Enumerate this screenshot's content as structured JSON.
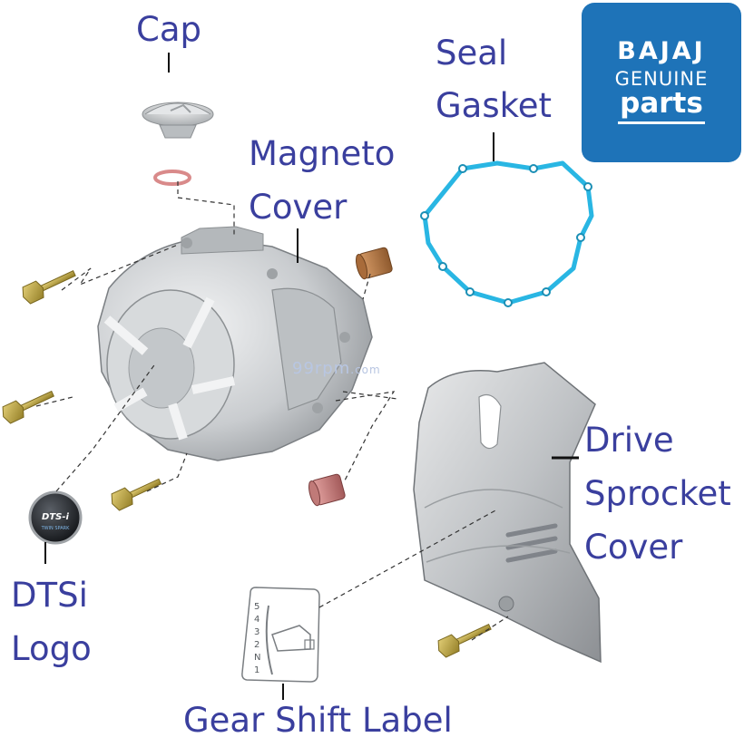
{
  "labels": {
    "cap": "Cap",
    "seal_gasket_line1": "Seal",
    "seal_gasket_line2": "Gasket",
    "magneto_line1": "Magneto",
    "magneto_line2": "Cover",
    "drive_line1": "Drive",
    "drive_line2": "Sprocket",
    "drive_line3": "Cover",
    "dtsi_line1": "DTSi",
    "dtsi_line2": "Logo",
    "gear_shift": "Gear Shift Label"
  },
  "brand_logo": {
    "line1": "BAJAJ",
    "line2": "GENUINE",
    "line3": "parts",
    "background": "#1e73b8"
  },
  "watermark": {
    "main": "99rpm",
    "suffix": ".com"
  },
  "dtsi_badge": {
    "text": "DTS-i",
    "subtext": "TWIN SPARK"
  },
  "gear_label": {
    "gears": [
      "5",
      "4",
      "3",
      "2",
      "N",
      "1"
    ]
  },
  "colors": {
    "label_text": "#3a3f9e",
    "gasket": "#29b6e3",
    "cover_metal": "#c9cccf",
    "bolt": "#c2a63a",
    "bushing": "#b87a45"
  }
}
